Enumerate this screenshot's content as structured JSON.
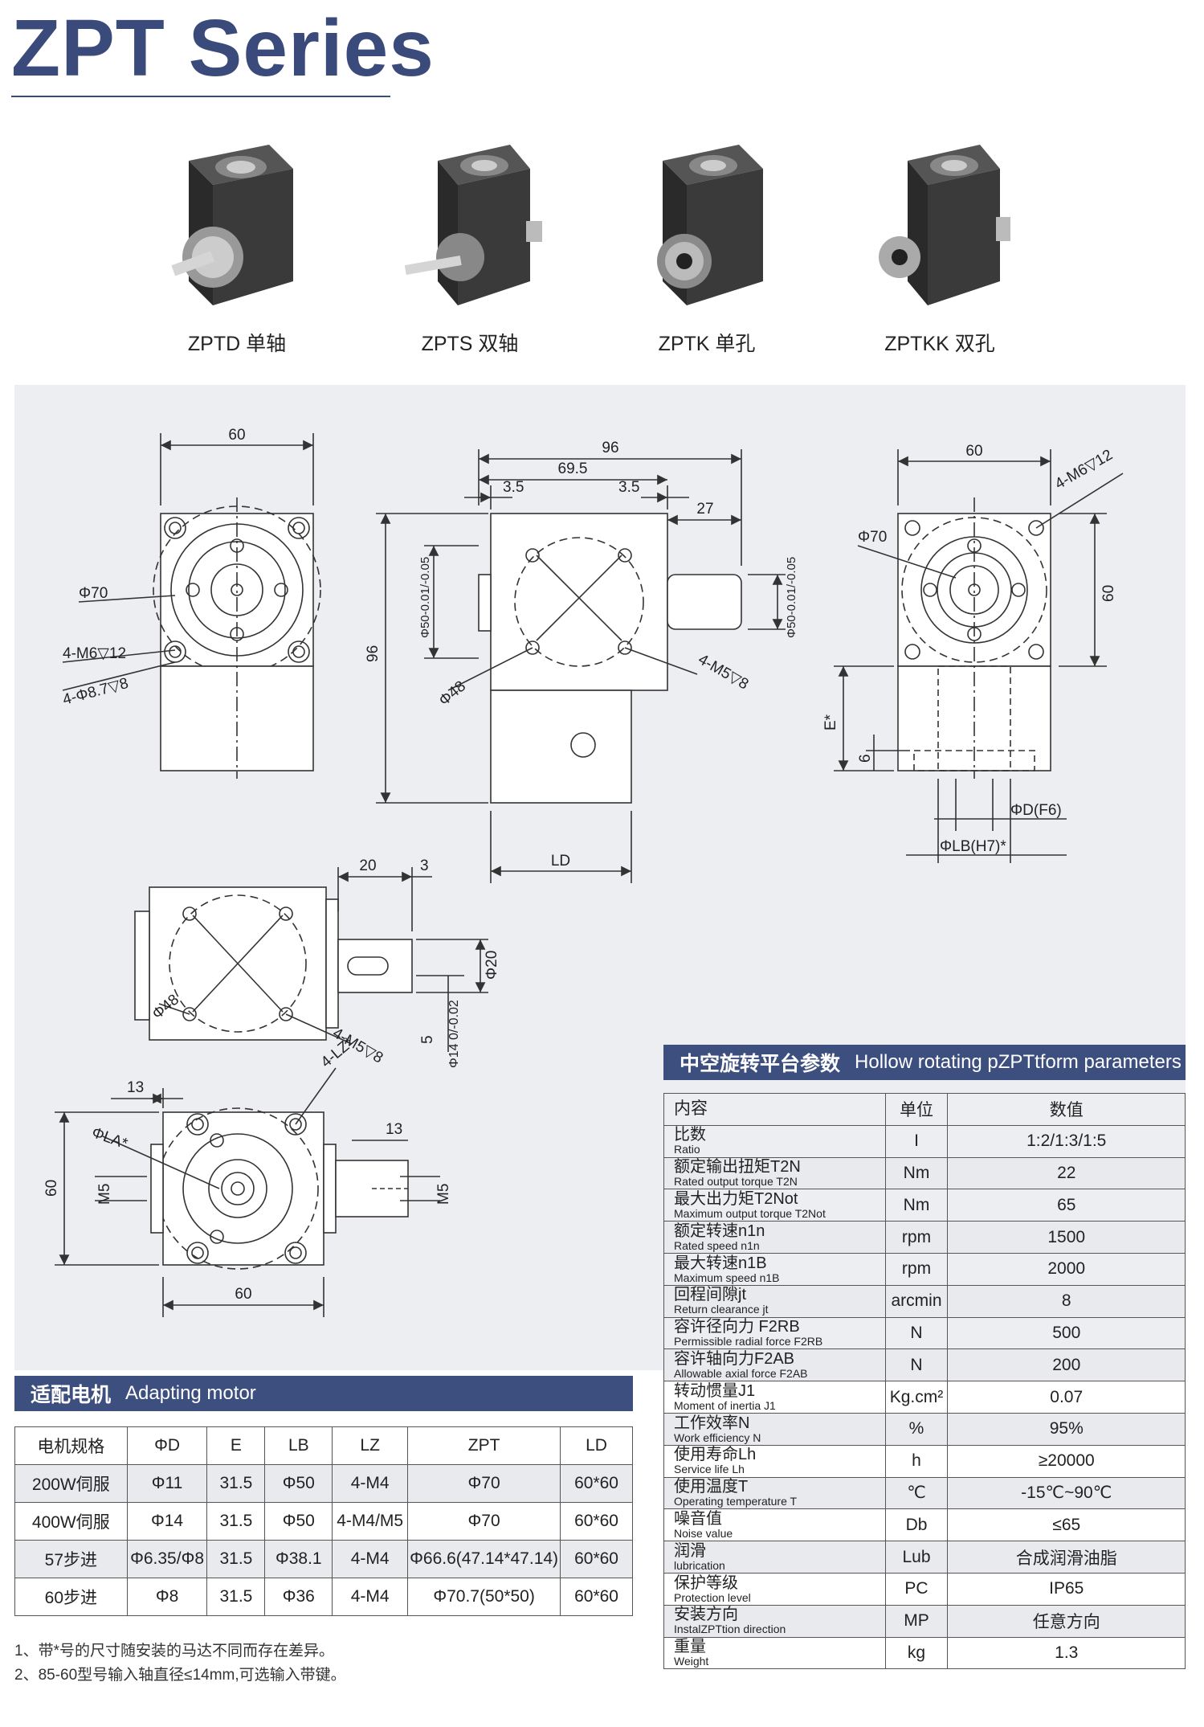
{
  "page_title": "ZPT Series",
  "products": [
    {
      "label": "ZPTD 单轴",
      "variant": "single-shaft"
    },
    {
      "label": "ZPTS 双轴",
      "variant": "double-shaft"
    },
    {
      "label": "ZPTK 单孔",
      "variant": "single-hole"
    },
    {
      "label": "ZPTKK 双孔",
      "variant": "double-hole"
    }
  ],
  "dimensions": {
    "front_width": "60",
    "front_bolt_circle": "Φ70",
    "front_tap": "4-M6▽12",
    "front_hole": "4-Φ8.7▽8",
    "side_width": "96",
    "side_pilot_span": "69.5",
    "side_gap_left": "3.5",
    "side_gap_right": "3.5",
    "side_shaft_len": "27",
    "side_height": "96",
    "side_pilot_left": "Φ50-0.01/-0.05",
    "side_pilot_right": "Φ50-0.01/-0.05",
    "side_circle": "Φ48",
    "side_tap": "4-M5▽8",
    "side_ld": "LD",
    "right_width": "60",
    "right_tap": "4-M6▽12",
    "right_circle": "Φ70",
    "right_height": "60",
    "right_e": "E*",
    "right_six": "6",
    "right_d": "ΦD(F6)",
    "right_lb": "ΦLB(H7)*",
    "mid_shaft_len": "20",
    "mid_key": "3",
    "mid_dia": "Φ20",
    "mid_five": "5",
    "mid_shaft_dia": "Φ14 0/-0.02",
    "mid_circle": "Φ48",
    "mid_tap": "4-M5▽8",
    "bot_offset": "13",
    "bot_lz": "4-LZ*",
    "bot_la": "ΦLA*",
    "bot_key": "13",
    "bot_height": "60",
    "bot_m5_left": "M5",
    "bot_m5_right": "M5",
    "bot_width": "60"
  },
  "motor": {
    "title_cn": "适配电机",
    "title_en": "Adapting motor",
    "headers": [
      "电机规格",
      "ΦD",
      "E",
      "LB",
      "LZ",
      "ZPT",
      "LD"
    ],
    "rows": [
      [
        "200W伺服",
        "Φ11",
        "31.5",
        "Φ50",
        "4-M4",
        "Φ70",
        "60*60"
      ],
      [
        "400W伺服",
        "Φ14",
        "31.5",
        "Φ50",
        "4-M4/M5",
        "Φ70",
        "60*60"
      ],
      [
        "57步进",
        "Φ6.35/Φ8",
        "31.5",
        "Φ38.1",
        "4-M4",
        "Φ66.6(47.14*47.14)",
        "60*60"
      ],
      [
        "60步进",
        "Φ8",
        "31.5",
        "Φ36",
        "4-M4",
        "Φ70.7(50*50)",
        "60*60"
      ]
    ]
  },
  "params": {
    "title_cn": "中空旋转平台参数",
    "title_en": "Hollow rotating pZPTtform parameters",
    "headers": [
      "内容",
      "单位",
      "数值"
    ],
    "rows": [
      {
        "cn": "比数",
        "en": "Ratio",
        "unit": "I",
        "value": "1:2/1:3/1:5"
      },
      {
        "cn": "额定输出扭矩T2N",
        "en": "Rated output torque T2N",
        "unit": "Nm",
        "value": "22"
      },
      {
        "cn": "最大出力矩T2Not",
        "en": "Maximum output torque T2Not",
        "unit": "Nm",
        "value": "65"
      },
      {
        "cn": "额定转速n1n",
        "en": "Rated speed n1n",
        "unit": "rpm",
        "value": "1500"
      },
      {
        "cn": "最大转速n1B",
        "en": "Maximum speed n1B",
        "unit": "rpm",
        "value": "2000"
      },
      {
        "cn": "回程间隙jt",
        "en": "Return clearance jt",
        "unit": "arcmin",
        "value": "8"
      },
      {
        "cn": "容许径向力 F2RB",
        "en": "Permissible radial force F2RB",
        "unit": "N",
        "value": "500"
      },
      {
        "cn": "容许轴向力F2AB",
        "en": "Allowable axial force F2AB",
        "unit": "N",
        "value": "200"
      },
      {
        "cn": "转动惯量J1",
        "en": "Moment of inertia J1",
        "unit": "Kg.cm²",
        "value": "0.07"
      },
      {
        "cn": "工作效率N",
        "en": "Work efficiency N",
        "unit": "%",
        "value": "95%"
      },
      {
        "cn": "使用寿命Lh",
        "en": "Service life Lh",
        "unit": "h",
        "value": "≥20000"
      },
      {
        "cn": "使用温度T",
        "en": "Operating temperature T",
        "unit": "℃",
        "value": "-15℃~90℃"
      },
      {
        "cn": "噪音值",
        "en": "Noise value",
        "unit": "Db",
        "value": "≤65"
      },
      {
        "cn": "润滑",
        "en": "lubrication",
        "unit": "Lub",
        "value": "合成润滑油脂"
      },
      {
        "cn": "保护等级",
        "en": "Protection level",
        "unit": "PC",
        "value": "IP65"
      },
      {
        "cn": "安装方向",
        "en": "InstalZPTtion direction",
        "unit": "MP",
        "value": "任意方向"
      },
      {
        "cn": "重量",
        "en": "Weight",
        "unit": "kg",
        "value": "1.3"
      }
    ]
  },
  "notes": [
    "1、带*号的尺寸随安装的马达不同而存在差异。",
    "2、85-60型号输入轴直径≤14mm,可选输入带键。"
  ],
  "colors": {
    "brand": "#3a4a7a",
    "band": "#3d4f7e",
    "panel": "#edeef2",
    "stripe": "#e9eaee"
  }
}
